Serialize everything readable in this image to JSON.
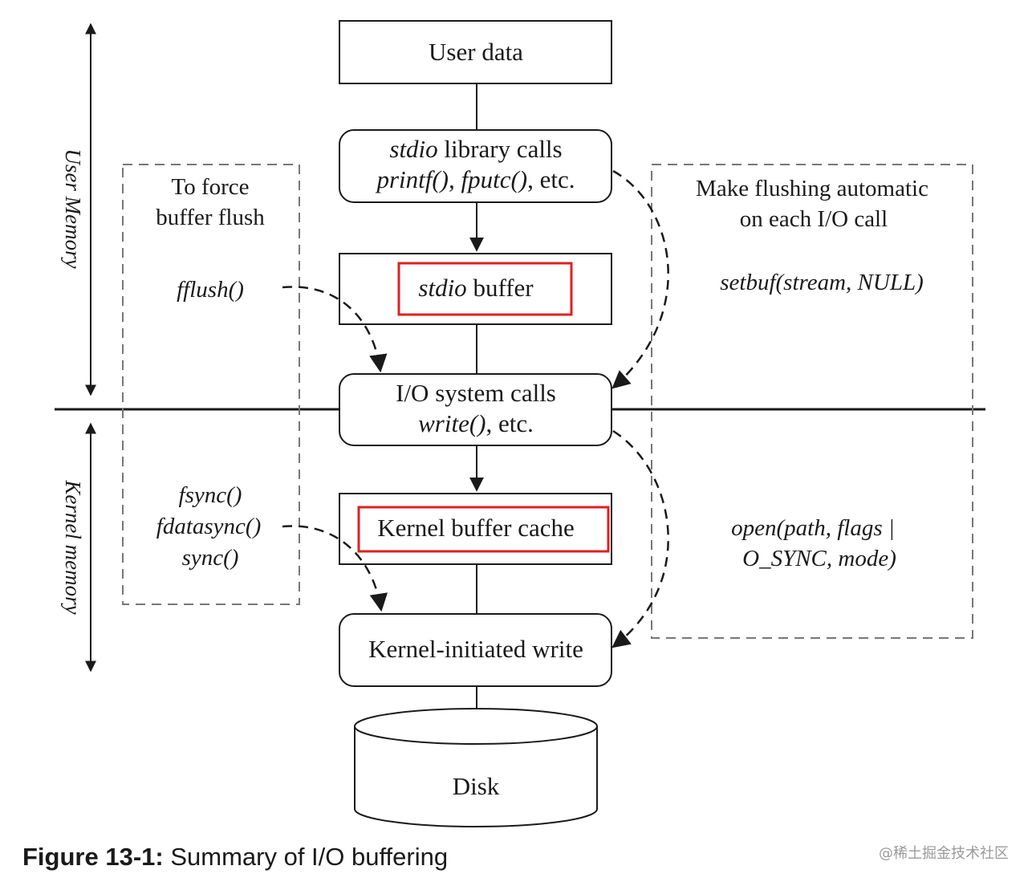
{
  "boxes": {
    "user_data": "User data",
    "stdio_calls": {
      "italic": "stdio",
      "text": " library calls",
      "line2_italic": "printf(), fputc()",
      "line2_text": ", etc."
    },
    "stdio_buffer": {
      "italic": "stdio",
      "text": " buffer"
    },
    "io_syscalls": {
      "text": "I/O system calls",
      "line2_italic": "write()",
      "line2_text": ", etc."
    },
    "kernel_cache": "Kernel buffer cache",
    "kernel_write": "Kernel-initiated write",
    "disk": "Disk"
  },
  "left_panel": {
    "line1": "To force",
    "line2": "buffer flush",
    "fflush": "fflush()",
    "fsync": "fsync()",
    "fdatasync": "fdatasync()",
    "sync": "sync()"
  },
  "right_panel": {
    "line1": "Make flushing automatic",
    "line2": "on each I/O call",
    "setbuf": "setbuf(stream, NULL)",
    "open1": "open(path, flags |",
    "open2": "O_SYNC, mode)"
  },
  "side_labels": {
    "user_memory": "User Memory",
    "kernel_memory": "Kernel memory"
  },
  "caption": {
    "figure": "Figure 13-1:",
    "text": " Summary of I/O buffering"
  },
  "watermark": "@稀土掘金技术社区",
  "colors": {
    "highlight": "#e02020",
    "ink": "#1a1a1a",
    "dash": "#777777"
  }
}
